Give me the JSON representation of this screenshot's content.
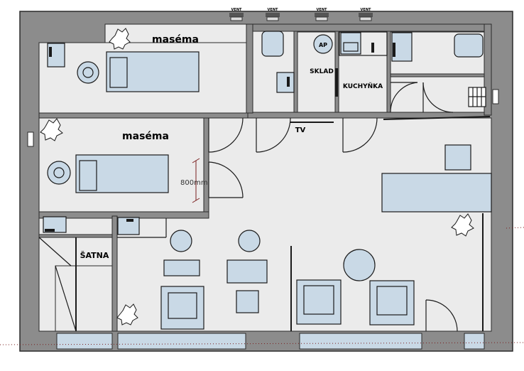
{
  "labels": {
    "room_top": "maséma",
    "room_mid": "maséma",
    "satna": "ŠATNA",
    "sklad": "SKLAD",
    "ap": "AP",
    "kuchynka": "KUCHYŇKA",
    "tv": "TV",
    "door_dim": "800mm",
    "vent": "VENT"
  },
  "colors": {
    "wall": "#8c8c8c",
    "wall_edge": "#2a2a2a",
    "floor": "#ebebeb",
    "furniture": "#c9d9e6",
    "line": "#1a1a1a",
    "dim_line": "#7a1f1f"
  }
}
